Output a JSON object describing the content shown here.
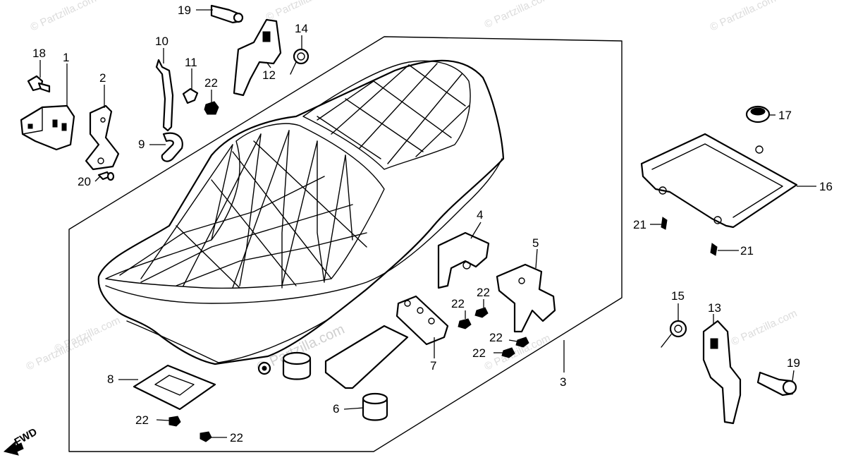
{
  "watermark": "© Partzilla.com",
  "watermark_center": "© Partzilla.com",
  "fwd_label": "FWD",
  "callouts": {
    "p1": "1",
    "p2": "2",
    "p3": "3",
    "p4": "4",
    "p5": "5",
    "p6": "6",
    "p7": "7",
    "p8": "8",
    "p9": "9",
    "p10": "10",
    "p11": "11",
    "p12": "12",
    "p13": "13",
    "p14": "14",
    "p15": "15",
    "p16": "16",
    "p17": "17",
    "p18": "18",
    "p19a": "19",
    "p19b": "19",
    "p20": "20",
    "p21a": "21",
    "p21b": "21",
    "p22a": "22",
    "p22b": "22",
    "p22c": "22",
    "p22d": "22",
    "p22e": "22",
    "p22f": "22",
    "p22g": "22"
  }
}
